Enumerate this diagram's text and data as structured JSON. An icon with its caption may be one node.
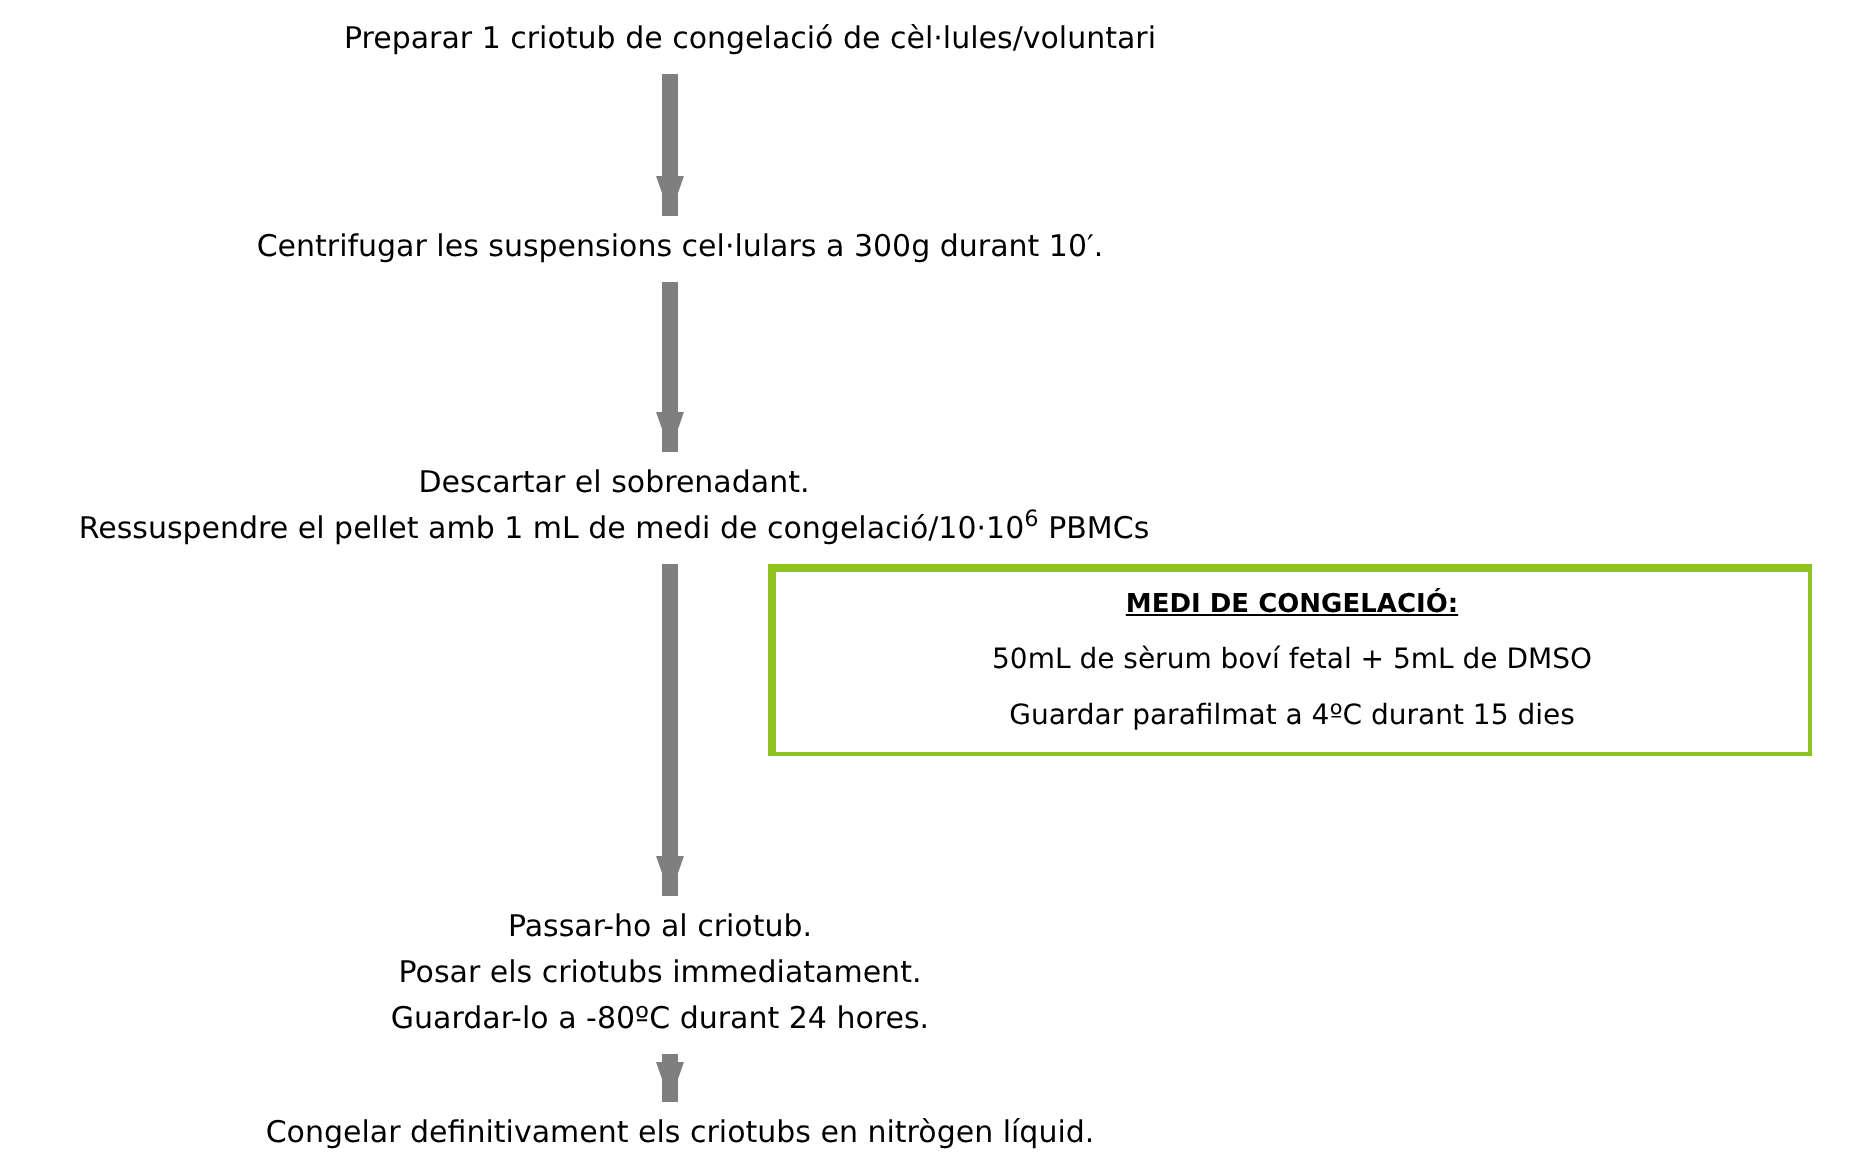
{
  "diagram": {
    "nodes": [
      {
        "text": [
          "Preparar 1 criotub de congelació de cèl·lules/voluntari"
        ]
      },
      {
        "text": [
          "Centrifugar les suspensions cel·lulars a 300g durant 10′."
        ]
      },
      {
        "text": [
          "Descartar el sobrenadant.",
          "Ressuspendre el pellet amb 1 mL de medi de congelació/10·10$^{6}$ PBMCs"
        ]
      },
      {
        "text": [
          "Passar-ho al criotub.",
          "Posar els criotubs immediatament.",
          "Guardar-lo a -80ºC durant 24 hores."
        ]
      },
      {
        "text": [
          "Congelar definitivament els criotubs en nitrògen líquid."
        ]
      },
      {
        "text": [
          "MEDI DE CONGELACIÓ:",
          "50mL de sèrum boví fetal + 5mL de DMSO",
          "Guardar parafilmat a 4ºC durant 15 dies"
        ]
      }
    ],
    "edges": [
      {
        "from": 0,
        "to": 1,
        "arrow": "to"
      },
      {
        "from": 1,
        "to": 2,
        "arrow": "to"
      },
      {
        "from": 2,
        "to": 3,
        "arrow": "to"
      },
      {
        "from": 3,
        "to": 4,
        "arrow": "to"
      }
    ]
  }
}
